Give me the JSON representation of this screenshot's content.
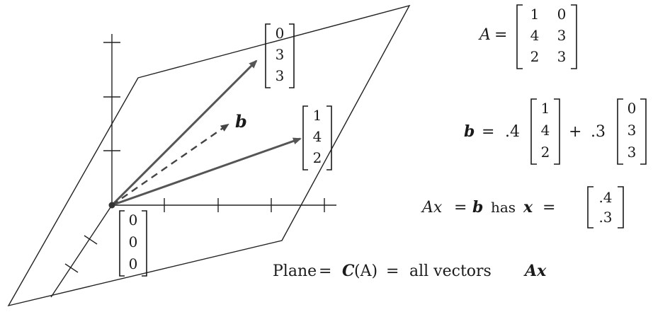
{
  "vectors": {
    "v1": {
      "entries": [
        "1",
        "4",
        "2"
      ]
    },
    "v2": {
      "entries": [
        "0",
        "3",
        "3"
      ]
    },
    "origin": {
      "entries": [
        "0",
        "0",
        "0"
      ]
    }
  },
  "b_label": "b",
  "matrix_A": {
    "name": "A",
    "equals": "=",
    "rows": [
      [
        "1",
        "0"
      ],
      [
        "4",
        "3"
      ],
      [
        "2",
        "3"
      ]
    ]
  },
  "b_equation": {
    "lhs": "b",
    "equals": "=",
    "coef1": ".4",
    "plus": "+",
    "coef2": ".3",
    "vec1": [
      "1",
      "4",
      "2"
    ],
    "vec2": [
      "0",
      "3",
      "3"
    ]
  },
  "solution": {
    "Ax": "Ax",
    "eq": "=",
    "b": "b",
    "has": "has",
    "x": "x",
    "eq2": "=",
    "x_values": [
      ".4",
      ".3"
    ]
  },
  "caption": {
    "plane": "Plane",
    "eq1": "=",
    "CA": "C",
    "CA_arg": "(A)",
    "eq2": "=",
    "all_vectors": "all vectors",
    "Ax": "Ax"
  },
  "colors": {
    "ink": "#1a1a1a",
    "vector": "#555555"
  }
}
